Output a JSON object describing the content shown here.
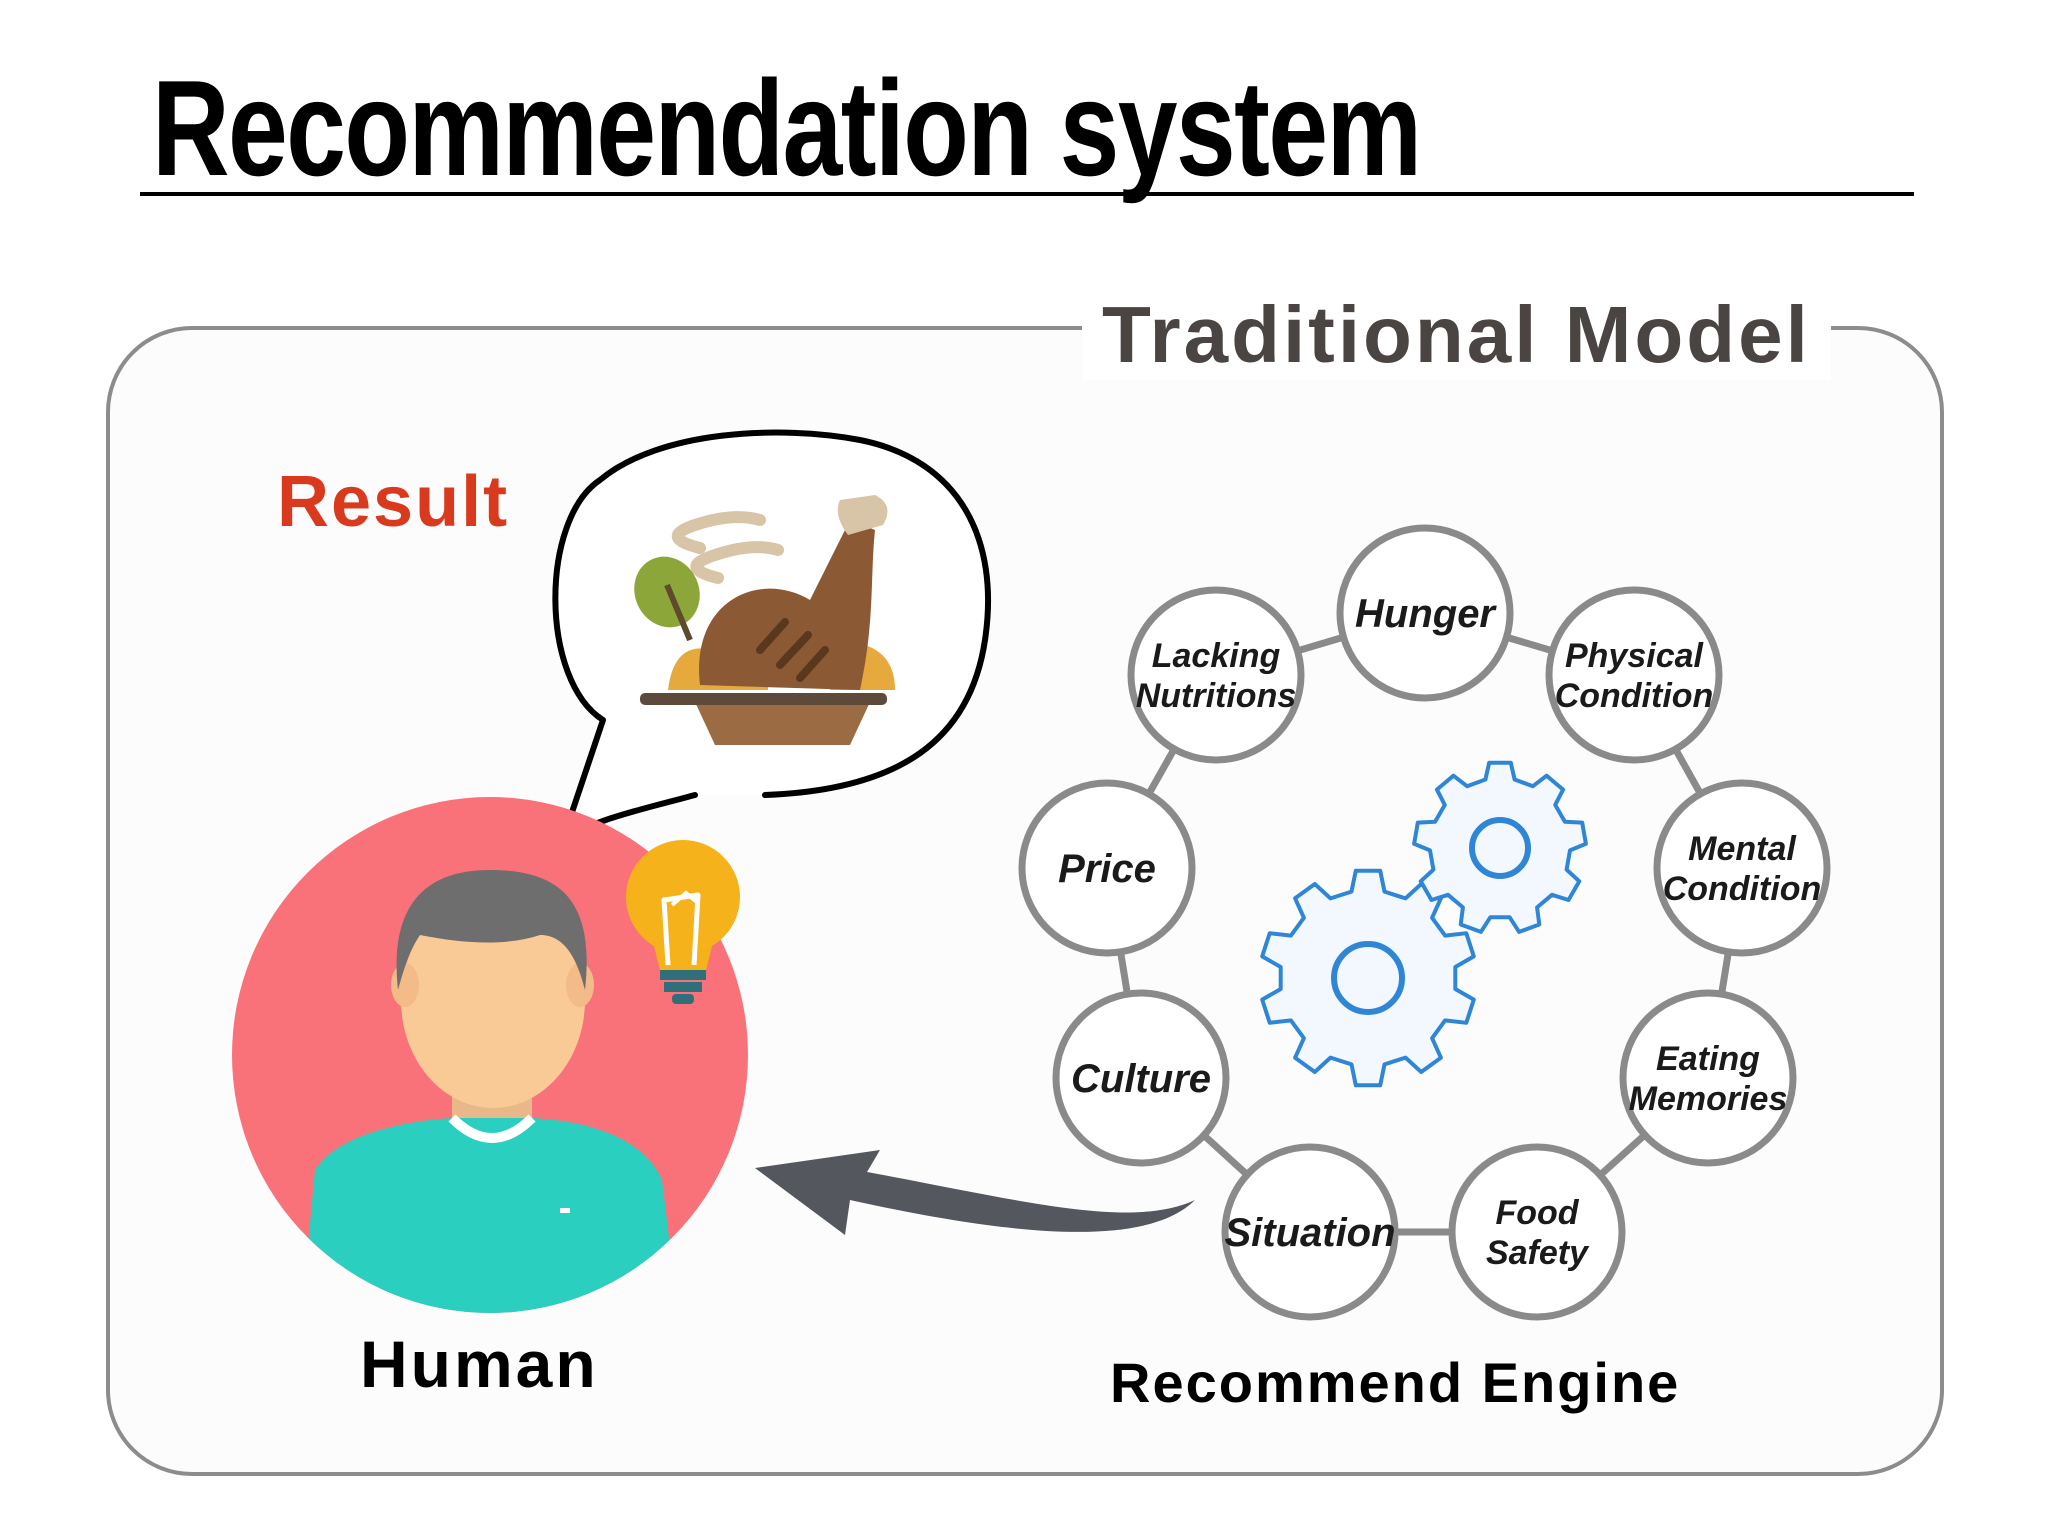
{
  "slide": {
    "title": "Recommendation system"
  },
  "panel": {
    "title": "Traditional Model"
  },
  "human_side": {
    "result_label": "Result",
    "human_label": "Human",
    "speech_icon": "roast-chicken-dish-icon",
    "person_icon": "man-avatar-icon",
    "idea_icon": "lightbulb-icon"
  },
  "engine": {
    "label": "Recommend Engine",
    "center_icon": "gears-icon",
    "factors": [
      {
        "lines": [
          "Hunger"
        ]
      },
      {
        "lines": [
          "Physical",
          "Condition"
        ]
      },
      {
        "lines": [
          "Mental",
          "Condition"
        ]
      },
      {
        "lines": [
          "Eating",
          "Memories"
        ]
      },
      {
        "lines": [
          "Food",
          "Safety"
        ]
      },
      {
        "lines": [
          "Situation"
        ]
      },
      {
        "lines": [
          "Culture"
        ]
      },
      {
        "lines": [
          "Price"
        ]
      },
      {
        "lines": [
          "Lacking",
          "Nutritions"
        ]
      }
    ]
  },
  "colors": {
    "result_text": "#d93a1e",
    "panel_title": "#4a4542",
    "avatar_background": "#f9727a",
    "shirt": "#2bcfc0",
    "gear": "#2f86d6",
    "arrow": "#55575f",
    "node_ring": "#8a8a8a"
  }
}
